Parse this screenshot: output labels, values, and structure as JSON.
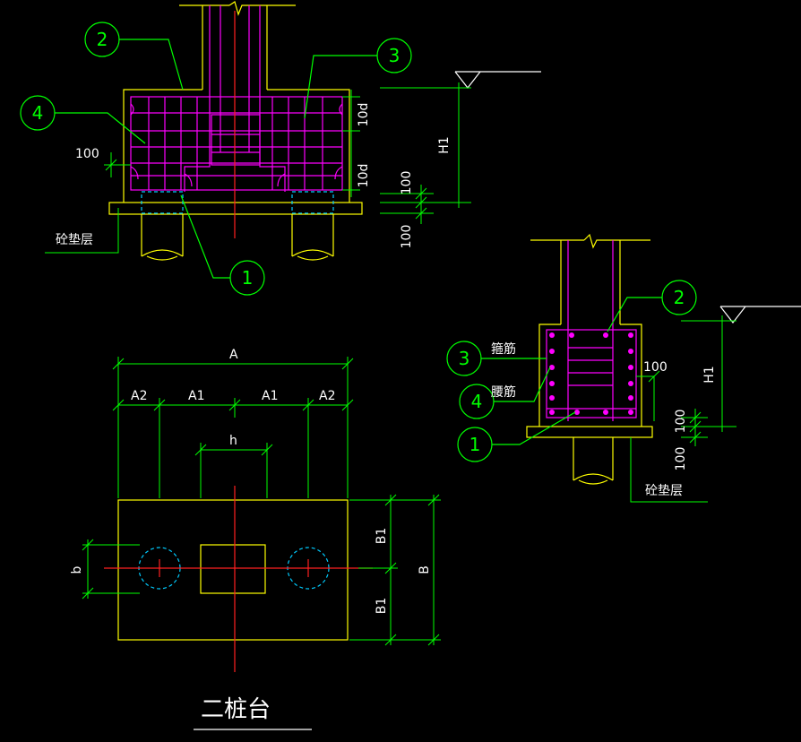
{
  "colors": {
    "background": "#000000",
    "outline": "#ffff00",
    "rebar": "#ff00ff",
    "dimension": "#00ff00",
    "leader": "#00ff00",
    "text": "#ffffff",
    "centerline": "#ff2020",
    "pile_hidden": "#00ccff",
    "bubble": "#00ff00"
  },
  "callouts": {
    "c1": "1",
    "c2": "2",
    "c3": "3",
    "c4": "4"
  },
  "section_long": {
    "dim_100_cover": "100",
    "dim_10d_top": "10d",
    "dim_10d_bottom": "10d",
    "dim_H1": "H1",
    "dim_100_a": "100",
    "dim_100_b": "100",
    "label_cushion": "砼垫层"
  },
  "section_short": {
    "label_stirrup": "箍筋",
    "label_waist": "腰筋",
    "dim_100_side": "100",
    "dim_H1": "H1",
    "dim_100_a": "100",
    "dim_100_b": "100",
    "label_cushion": "砼垫层"
  },
  "plan": {
    "dim_A": "A",
    "dim_A2_left": "A2",
    "dim_A1_left": "A1",
    "dim_A1_right": "A1",
    "dim_A2_right": "A2",
    "dim_h": "h",
    "dim_b": "b",
    "dim_B1_top": "B1",
    "dim_B1_bottom": "B1",
    "dim_B": "B"
  },
  "title": "二桩台"
}
